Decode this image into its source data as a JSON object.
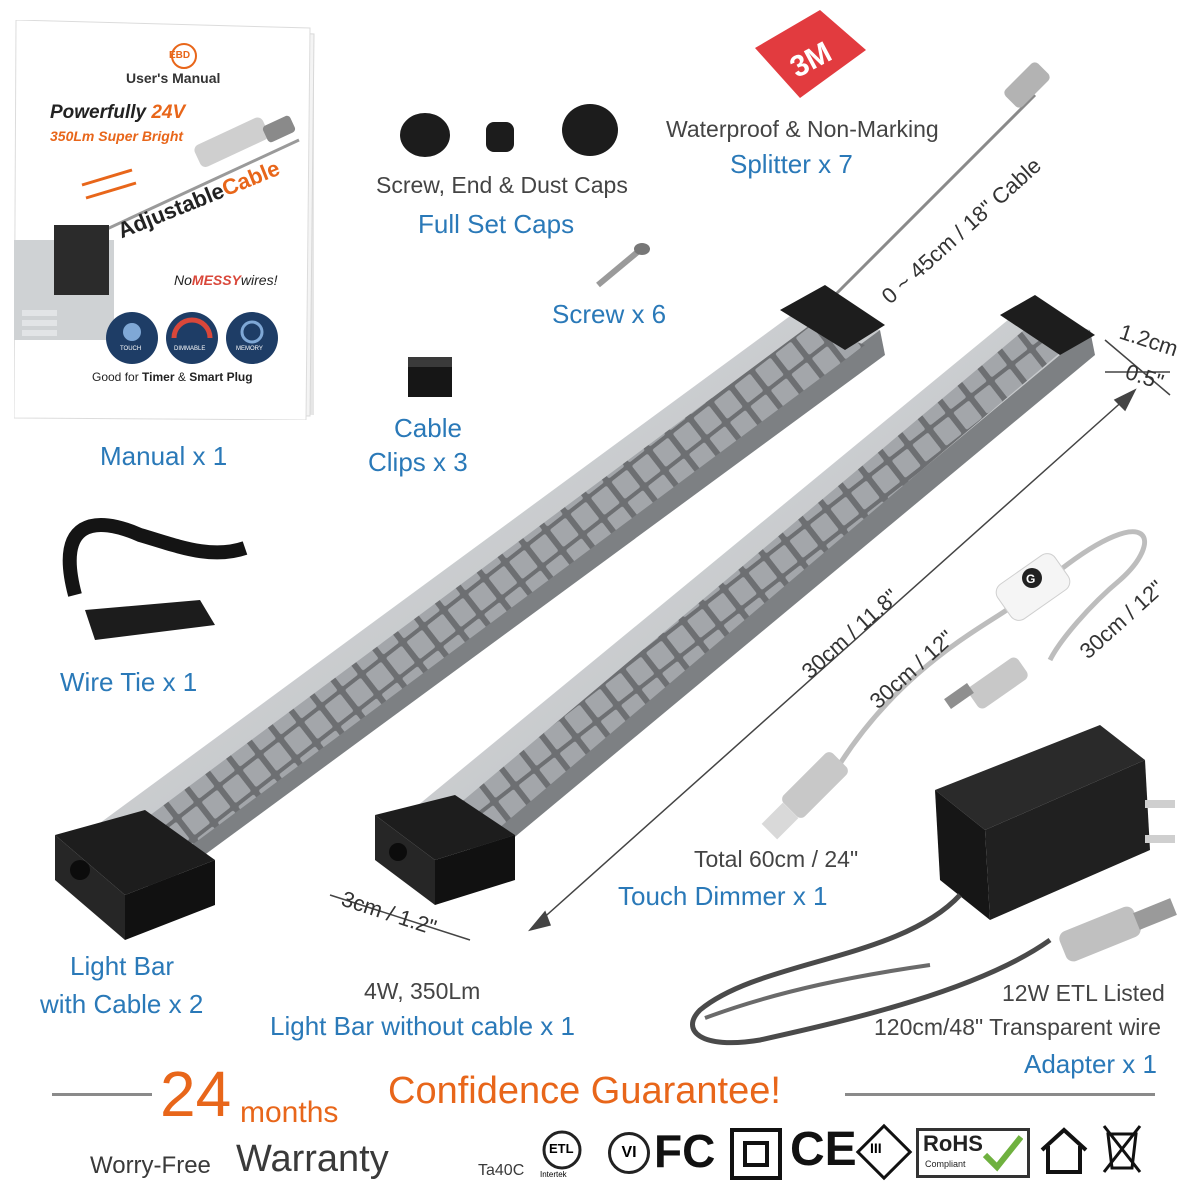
{
  "manual": {
    "brand": "EBD",
    "title": "User's Manual",
    "headline_a": "Powerfully",
    "headline_b": "24V",
    "brightness": "350Lm Super Bright",
    "feature": "Adjustable",
    "feature_b": "Cable",
    "tagline_a": "No",
    "tagline_b": "MESSY",
    "tagline_c": "wires!",
    "badge_labels": [
      "TOUCH",
      "DIMMABLE",
      "MEMORY"
    ],
    "footer": "Good for",
    "footer_b": "Timer",
    "footer_c": "&",
    "footer_d": "Smart Plug"
  },
  "labels": {
    "manual": "Manual x 1",
    "caps_desc": "Screw, End & Dust Caps",
    "caps": "Full Set Caps",
    "splitter_desc": "Waterproof & Non-Marking",
    "splitter": "Splitter x 7",
    "screw": "Screw x 6",
    "clips_a": "Cable",
    "clips_b": "Clips x 3",
    "wire_tie": "Wire Tie x 1",
    "bar_cable_a": "Light Bar",
    "bar_cable_b": "with Cable x 2",
    "bar_spec": "4W, 350Lm",
    "bar_nocable": "Light Bar without cable x 1",
    "dimmer_total": "Total 60cm / 24\"",
    "dimmer": "Touch Dimmer x 1",
    "adapter_spec_a": "12W ETL Listed",
    "adapter_spec_b": "120cm/48\" Transparent wire",
    "adapter": "Adapter x 1",
    "threem": "3M",
    "dimmer_button": "G"
  },
  "dimensions": {
    "cable_len": "0 ~ 45cm / 18\" Cable",
    "height_cm": "1.2cm",
    "height_in": "0.5\"",
    "bar_len": "30cm / 11.8\"",
    "width": "3cm / 1.2\"",
    "dimmer_left": "30cm / 12\"",
    "dimmer_right": "30cm / 12\""
  },
  "guarantee": {
    "number": "24",
    "months": "months",
    "text": "Confidence Guarantee!",
    "worry": "Worry-Free",
    "warranty": "Warranty",
    "temp": "Ta40C"
  },
  "certs": {
    "etl": "ETL",
    "ul": "Intertek",
    "vi": "VI",
    "fc": "FC",
    "ce": "CE",
    "class3": "III",
    "rohs": "RoHS",
    "rohs_sub": "Compliant"
  },
  "colors": {
    "accent_blue": "#2a79b8",
    "accent_orange": "#e8661a",
    "bar_silver": "#c9cbcd",
    "end_cap": "#1f1f1f"
  }
}
